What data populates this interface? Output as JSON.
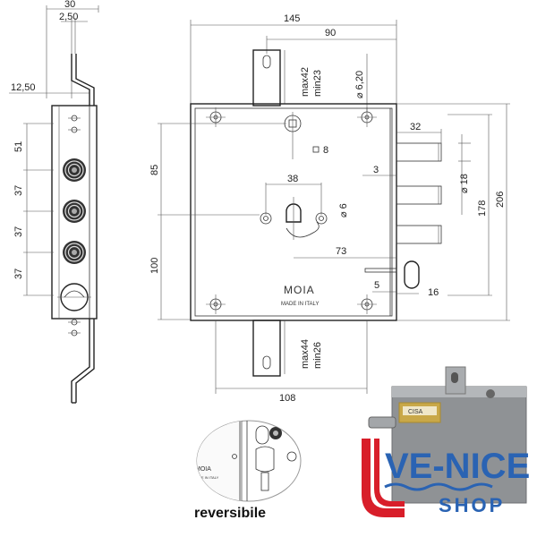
{
  "dimensions": {
    "top_width": "30",
    "top_offset": "2,50",
    "side_offset": "12,50",
    "spacing_51": "51",
    "spacing_37a": "37",
    "spacing_37b": "37",
    "spacing_37c": "37",
    "overall_width": "145",
    "latch_offset": "90",
    "max_top": "max42",
    "min_top": "min23",
    "hole_dia_top": "⌀ 6,20",
    "square": "8",
    "bolt_length": "32",
    "gap": "3",
    "bolt_dia": "⌀ 18",
    "cyl_spacing": "38",
    "cyl_dia": "⌀ 6",
    "height_85": "85",
    "backset": "73",
    "height_178": "178",
    "height_206": "206",
    "height_100": "100",
    "latch_gap": "5",
    "latch_len": "16",
    "max_bottom": "max44",
    "min_bottom": "min26",
    "bottom_width": "108"
  },
  "plate": {
    "brand": "MOIA",
    "origin": "MADE IN ITALY"
  },
  "inset": {
    "brand": "MOIA",
    "origin": "MADE IN ITALY"
  },
  "caption": "reversibile",
  "product_label": "CISA",
  "logo": {
    "line1": "VE-NICE",
    "line2": "SHOP"
  },
  "colors": {
    "logo_blue": "#2a63b3",
    "logo_red": "#d81e2a",
    "lock_grey": "#8f9295",
    "brass": "#c9a848"
  }
}
